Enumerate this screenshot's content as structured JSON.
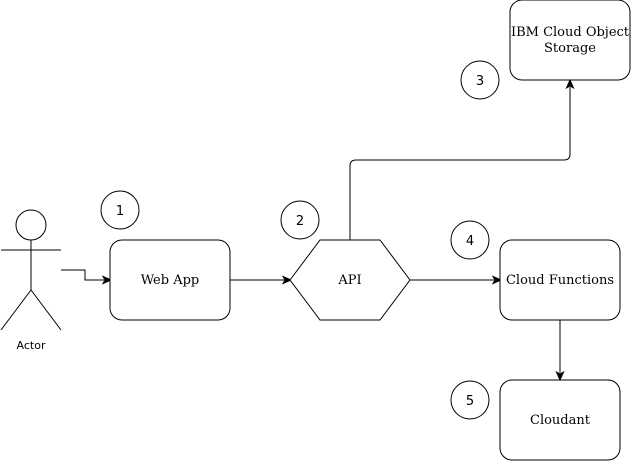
{
  "actor": {
    "label": "Actor"
  },
  "nodes": {
    "web_app": {
      "label": "Web App"
    },
    "api": {
      "label": "API"
    },
    "cloud_functions": {
      "label": "Cloud Functions"
    },
    "object_storage": {
      "label_line1": "IBM Cloud Object",
      "label_line2": "Storage"
    },
    "cloudant": {
      "label": "Cloudant"
    }
  },
  "steps": [
    "1",
    "2",
    "3",
    "4",
    "5"
  ],
  "colors": {
    "stroke": "#000000",
    "fill": "#ffffff",
    "text": "#000000"
  }
}
